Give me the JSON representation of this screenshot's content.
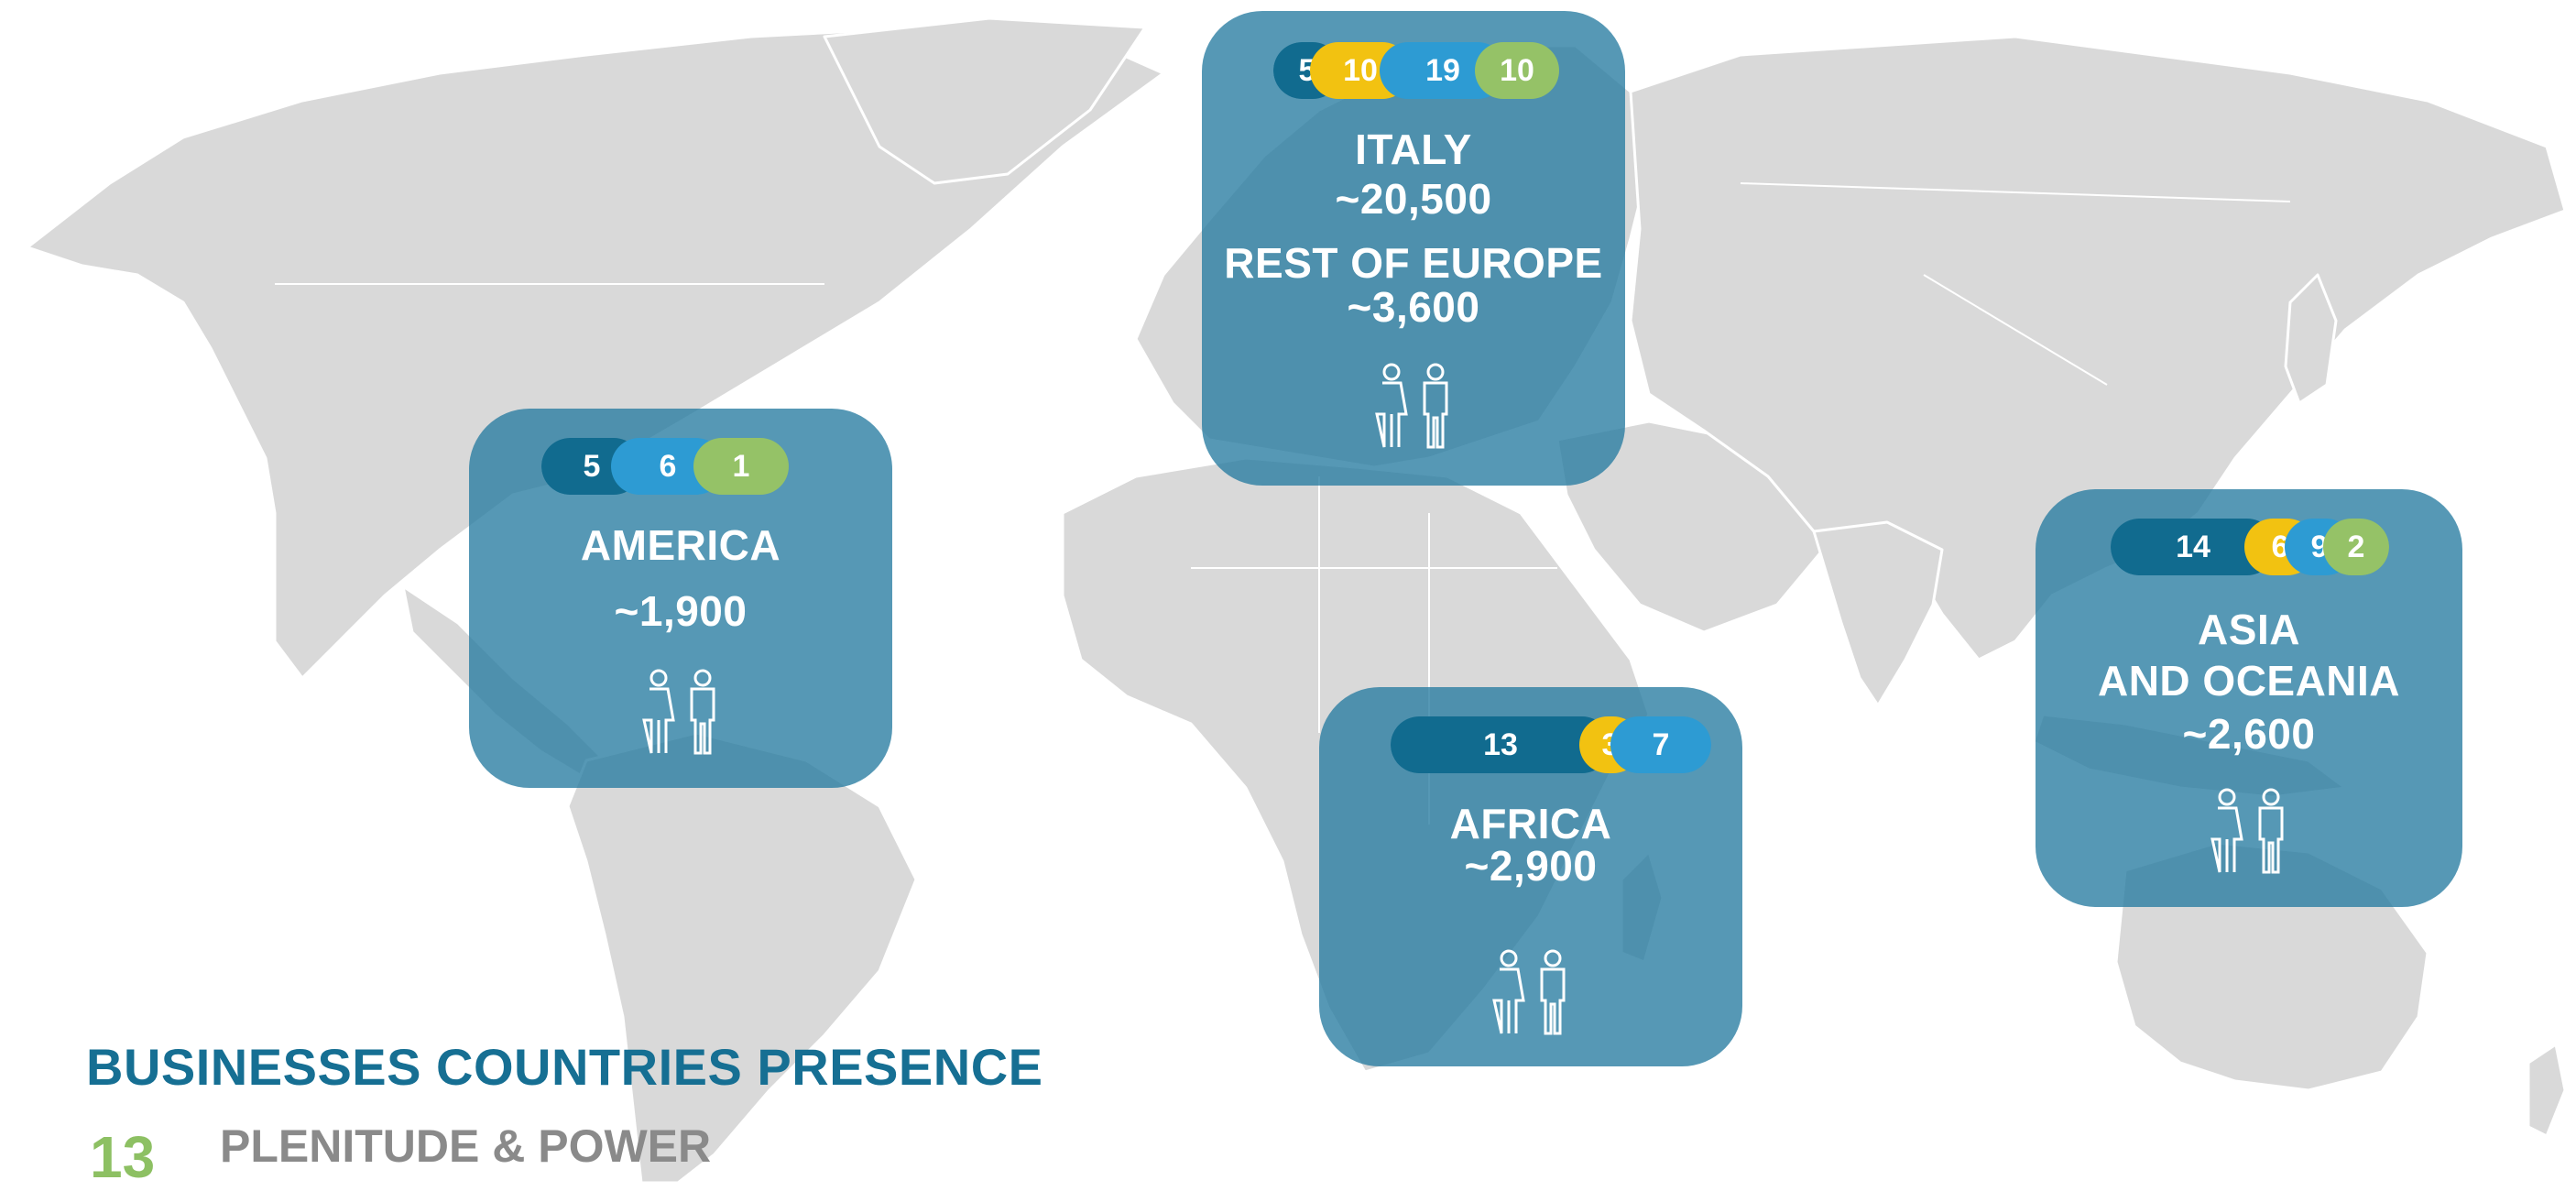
{
  "heading": "BUSINESSES COUNTRIES PRESENCE",
  "page_number": "13",
  "brand": "PLENITUDE & POWER",
  "colors": {
    "card": "#277ba0",
    "dark": "#116b8f",
    "yellow": "#f2c211",
    "blue": "#2d9bd3",
    "green": "#95c267",
    "heading": "#166f93",
    "land": "#d9d9d9"
  },
  "icons": {
    "people": "people-icon",
    "map": "world-map"
  },
  "regions": [
    {
      "key": "america",
      "name": "AMERICA",
      "employees": "~1,900",
      "counts": [
        "5",
        "6",
        "1"
      ]
    },
    {
      "key": "europe",
      "name": "ITALY",
      "employees": "~20,500",
      "name2": "REST OF EUROPE",
      "employees2": "~3,600",
      "counts": [
        "5",
        "10",
        "19",
        "10"
      ]
    },
    {
      "key": "africa",
      "name": "AFRICA",
      "employees": "~2,900",
      "counts": [
        "13",
        "3",
        "7"
      ]
    },
    {
      "key": "asia",
      "name": "ASIA",
      "name_line2": "AND OCEANIA",
      "employees": "~2,600",
      "counts": [
        "14",
        "6",
        "9",
        "2"
      ]
    }
  ]
}
